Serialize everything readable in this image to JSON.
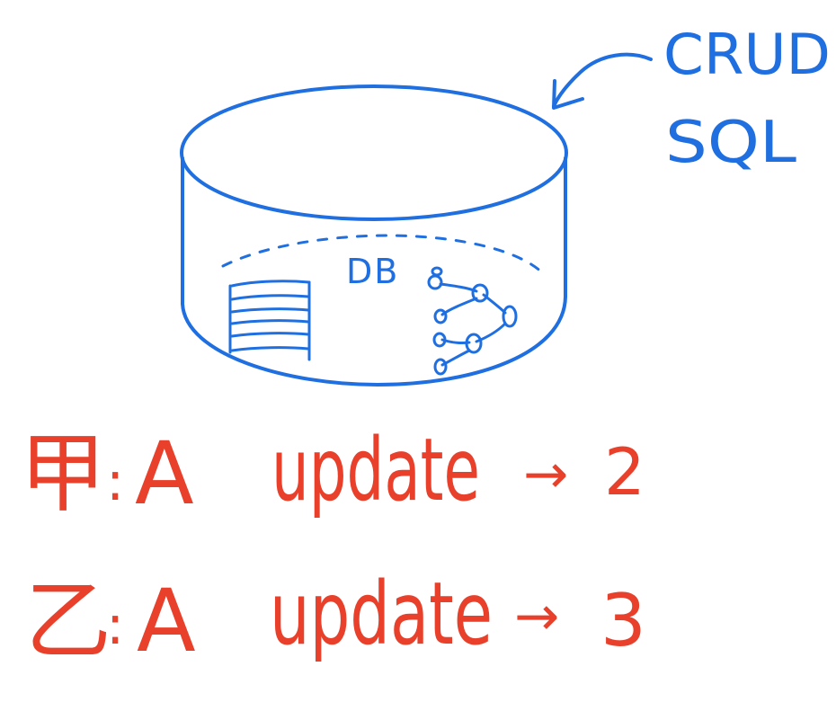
{
  "colors": {
    "db_stroke": "#1f6fe0",
    "annotation": "#1f6fe0",
    "transaction": "#e8402a",
    "background": "#ffffff"
  },
  "database": {
    "label": "DB",
    "icons": [
      "table-icon",
      "graph-icon"
    ]
  },
  "annotation": {
    "line1": "CRUD",
    "line2": "SQL"
  },
  "transactions": [
    {
      "actor": "甲",
      "separator": ":",
      "target": "A",
      "action": "update",
      "arrow": "→",
      "value": "2"
    },
    {
      "actor": "乙",
      "separator": ":",
      "target": "A",
      "action": "update",
      "arrow": "→",
      "value": "3"
    }
  ]
}
